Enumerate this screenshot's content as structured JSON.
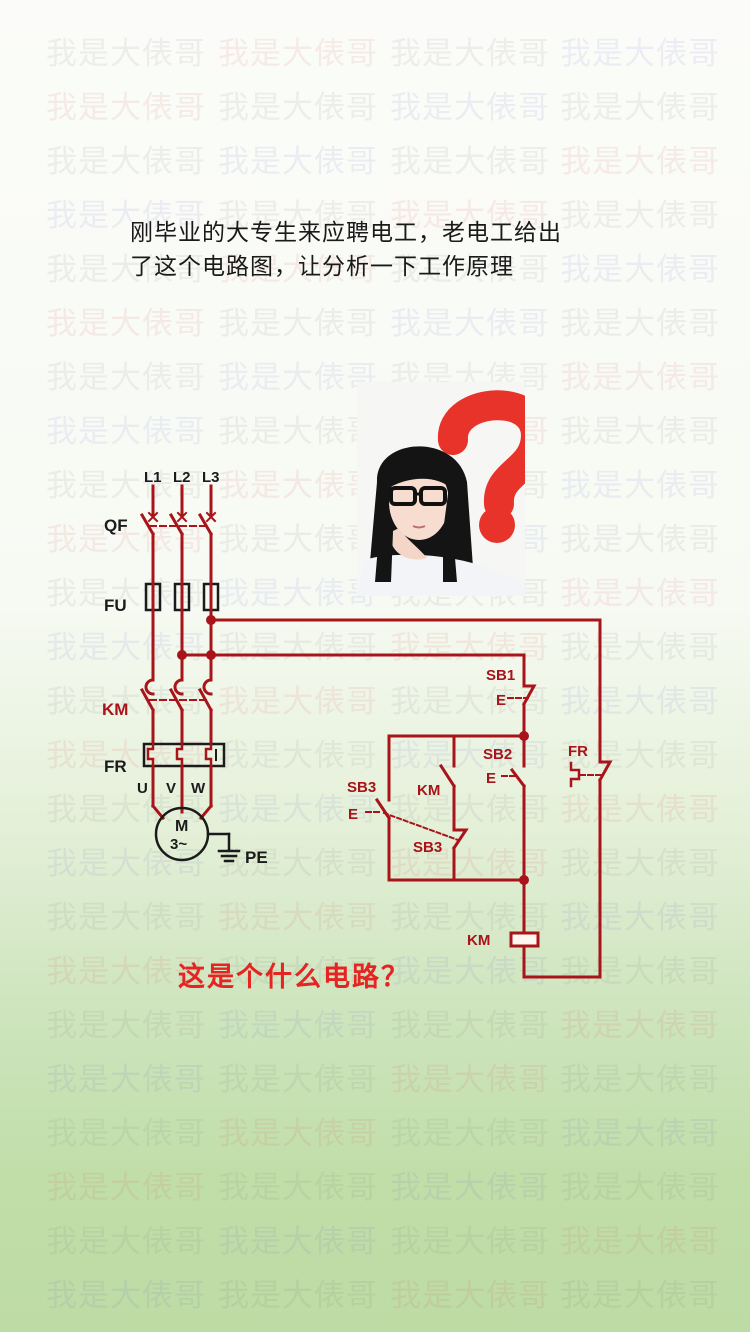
{
  "watermark": {
    "text": "我是大俵哥",
    "rows_y": [
      46,
      100,
      154,
      208,
      262,
      316,
      370,
      424,
      478,
      532,
      586,
      640,
      694,
      748,
      802,
      856,
      910,
      964,
      1018,
      1072,
      1126,
      1180,
      1234,
      1288
    ],
    "cols_x": [
      46,
      218,
      390,
      560
    ]
  },
  "headline": {
    "line1": "刚毕业的大专生来应聘电工，老电工给出",
    "line2": "了这个电路图，让分析一下工作原理"
  },
  "question": "这是个什么电路？",
  "illustration": {
    "description": "girl-with-glasses-thinking",
    "question_mark_color": "#e8332a"
  },
  "colors": {
    "wire": "#a8141a",
    "label_black": "#1b1b1b",
    "label_red": "#a8141a",
    "question_text": "#e52521"
  },
  "circuit": {
    "power_lines": [
      "L1",
      "L2",
      "L3"
    ],
    "breaker": "QF",
    "fuse": "FU",
    "main_contactor": "KM",
    "thermal_relay": "FR",
    "motor_phases": [
      "U",
      "V",
      "W"
    ],
    "motor": {
      "line1": "M",
      "line2": "3~"
    },
    "ground": "PE",
    "control": {
      "stop_button": "SB1",
      "start_button": "SB2",
      "jog_button": "SB3",
      "jog_button_nc": "SB3",
      "self_lock_contact": "KM",
      "overload_contact": "FR",
      "coil": "KM",
      "button_actuator": "E"
    }
  }
}
